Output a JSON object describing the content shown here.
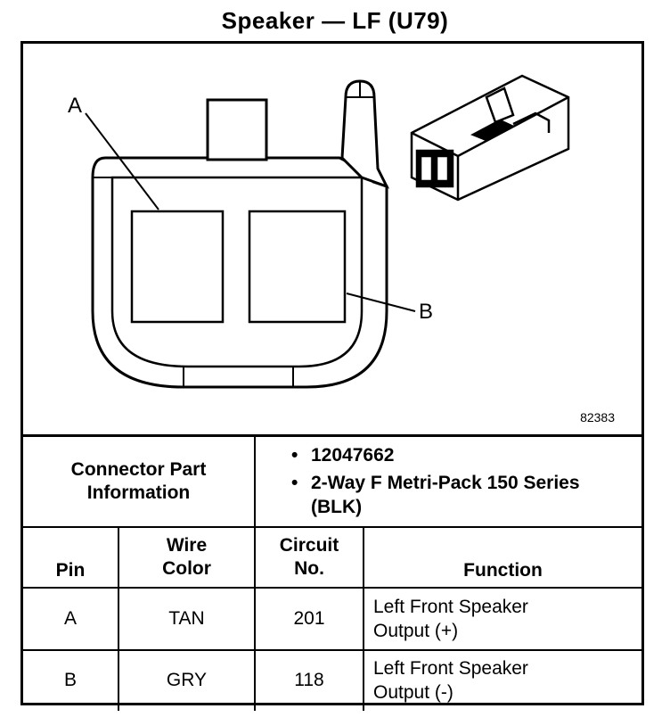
{
  "title": "Speaker — LF (U79)",
  "diagram": {
    "label_a": "A",
    "label_b": "B",
    "figure_number": "82383"
  },
  "connector_info": {
    "label": "Connector Part Information",
    "items": [
      "12047662",
      "2-Way F Metri-Pack 150 Series (BLK)"
    ]
  },
  "table": {
    "headers": {
      "pin": "Pin",
      "wire_color": "Wire Color",
      "circuit": "Circuit No.",
      "function": "Function"
    },
    "rows": [
      {
        "pin": "A",
        "wire_color": "TAN",
        "circuit": "201",
        "function": "Left Front Speaker Output (+)"
      },
      {
        "pin": "B",
        "wire_color": "GRY",
        "circuit": "118",
        "function": "Left Front Speaker Output (-)"
      }
    ]
  }
}
